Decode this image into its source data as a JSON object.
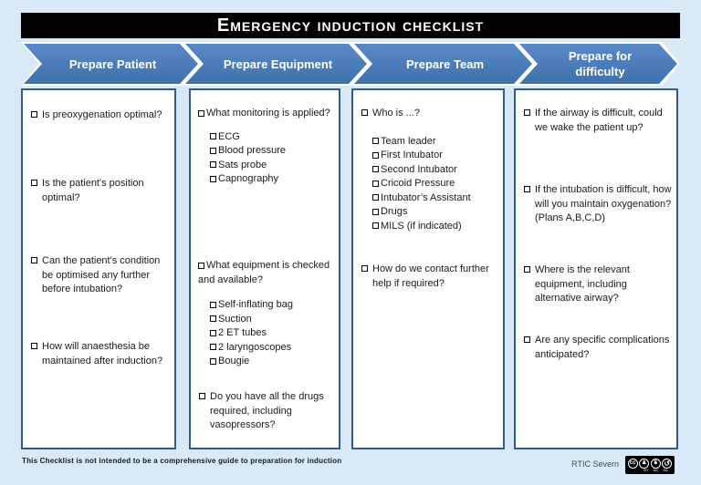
{
  "header": {
    "title": "Emergency induction checklist"
  },
  "banners": [
    {
      "label": "Prepare Patient",
      "lines": [
        "Prepare Patient"
      ]
    },
    {
      "label": "Prepare Equipment",
      "lines": [
        "Prepare Equipment"
      ]
    },
    {
      "label": "Prepare Team",
      "lines": [
        "Prepare Team"
      ]
    },
    {
      "label": "Prepare for difficulty",
      "lines": [
        "Prepare for",
        "difficulty"
      ]
    }
  ],
  "columns": [
    {
      "banner": "Prepare Patient",
      "groups": [
        {
          "q": "Is preoxygenation optimal?",
          "subs": []
        },
        {
          "q": "Is the patient's position optimal?",
          "subs": []
        },
        {
          "q": "Can the patient's condition be optimised any further before intubation?",
          "subs": []
        },
        {
          "q": "How will anaesthesia be maintained after induction?",
          "subs": []
        }
      ]
    },
    {
      "banner": "Prepare Equipment",
      "groups": [
        {
          "q": "What monitoring is applied?",
          "subs": [
            "ECG",
            "Blood pressure",
            "Sats probe",
            "Capnography"
          ]
        },
        {
          "q": "What equipment is checked and available?",
          "subs": [
            "Self-inflating bag",
            "Suction",
            "2 ET tubes",
            "2 laryngoscopes",
            "Bougie"
          ]
        },
        {
          "q": "Do you have all the drugs required, including vasopressors?",
          "subs": []
        }
      ]
    },
    {
      "banner": "Prepare Team",
      "groups": [
        {
          "q": "Who is ...?",
          "subs": [
            "Team leader",
            "First Intubator",
            "Second Intubator",
            "Cricoid Pressure",
            "Intubator’s Assistant",
            "Drugs",
            "MILS (if indicated)"
          ]
        },
        {
          "q": "How do we contact further help if required?",
          "subs": []
        }
      ]
    },
    {
      "banner": "Prepare for difficulty",
      "groups": [
        {
          "q": "If the airway is difficult, could we wake the patient up?",
          "subs": []
        },
        {
          "q": "If the intubation is difficult, how will you maintain oxygenation?  (Plans A,B,C,D)",
          "subs": []
        },
        {
          "q": "Where is the relevant equipment, including alternative airway?",
          "subs": []
        },
        {
          "q": "Are any specific complications anticipated?",
          "subs": []
        }
      ]
    }
  ],
  "footer": {
    "note": "This Checklist is not intended to be a comprehensive guide to preparation for induction",
    "credit": "RTIC Severn",
    "license": {
      "name": "CC BY-NC-SA",
      "icons": [
        {
          "name": "cc-icon",
          "glyph": "cc"
        },
        {
          "name": "attribution-icon",
          "glyph": "♟"
        },
        {
          "name": "non-commercial-icon",
          "glyph": "$"
        },
        {
          "name": "share-alike-icon",
          "glyph": "↺"
        }
      ],
      "labels": [
        "BY",
        "NC",
        "SA"
      ]
    }
  },
  "colors": {
    "page_background": "#d9e9f8",
    "title_bar": "#000000",
    "banner_blue": "#4a7cb9",
    "column_border": "#2e5c8e",
    "text": "#1a1a1a"
  }
}
